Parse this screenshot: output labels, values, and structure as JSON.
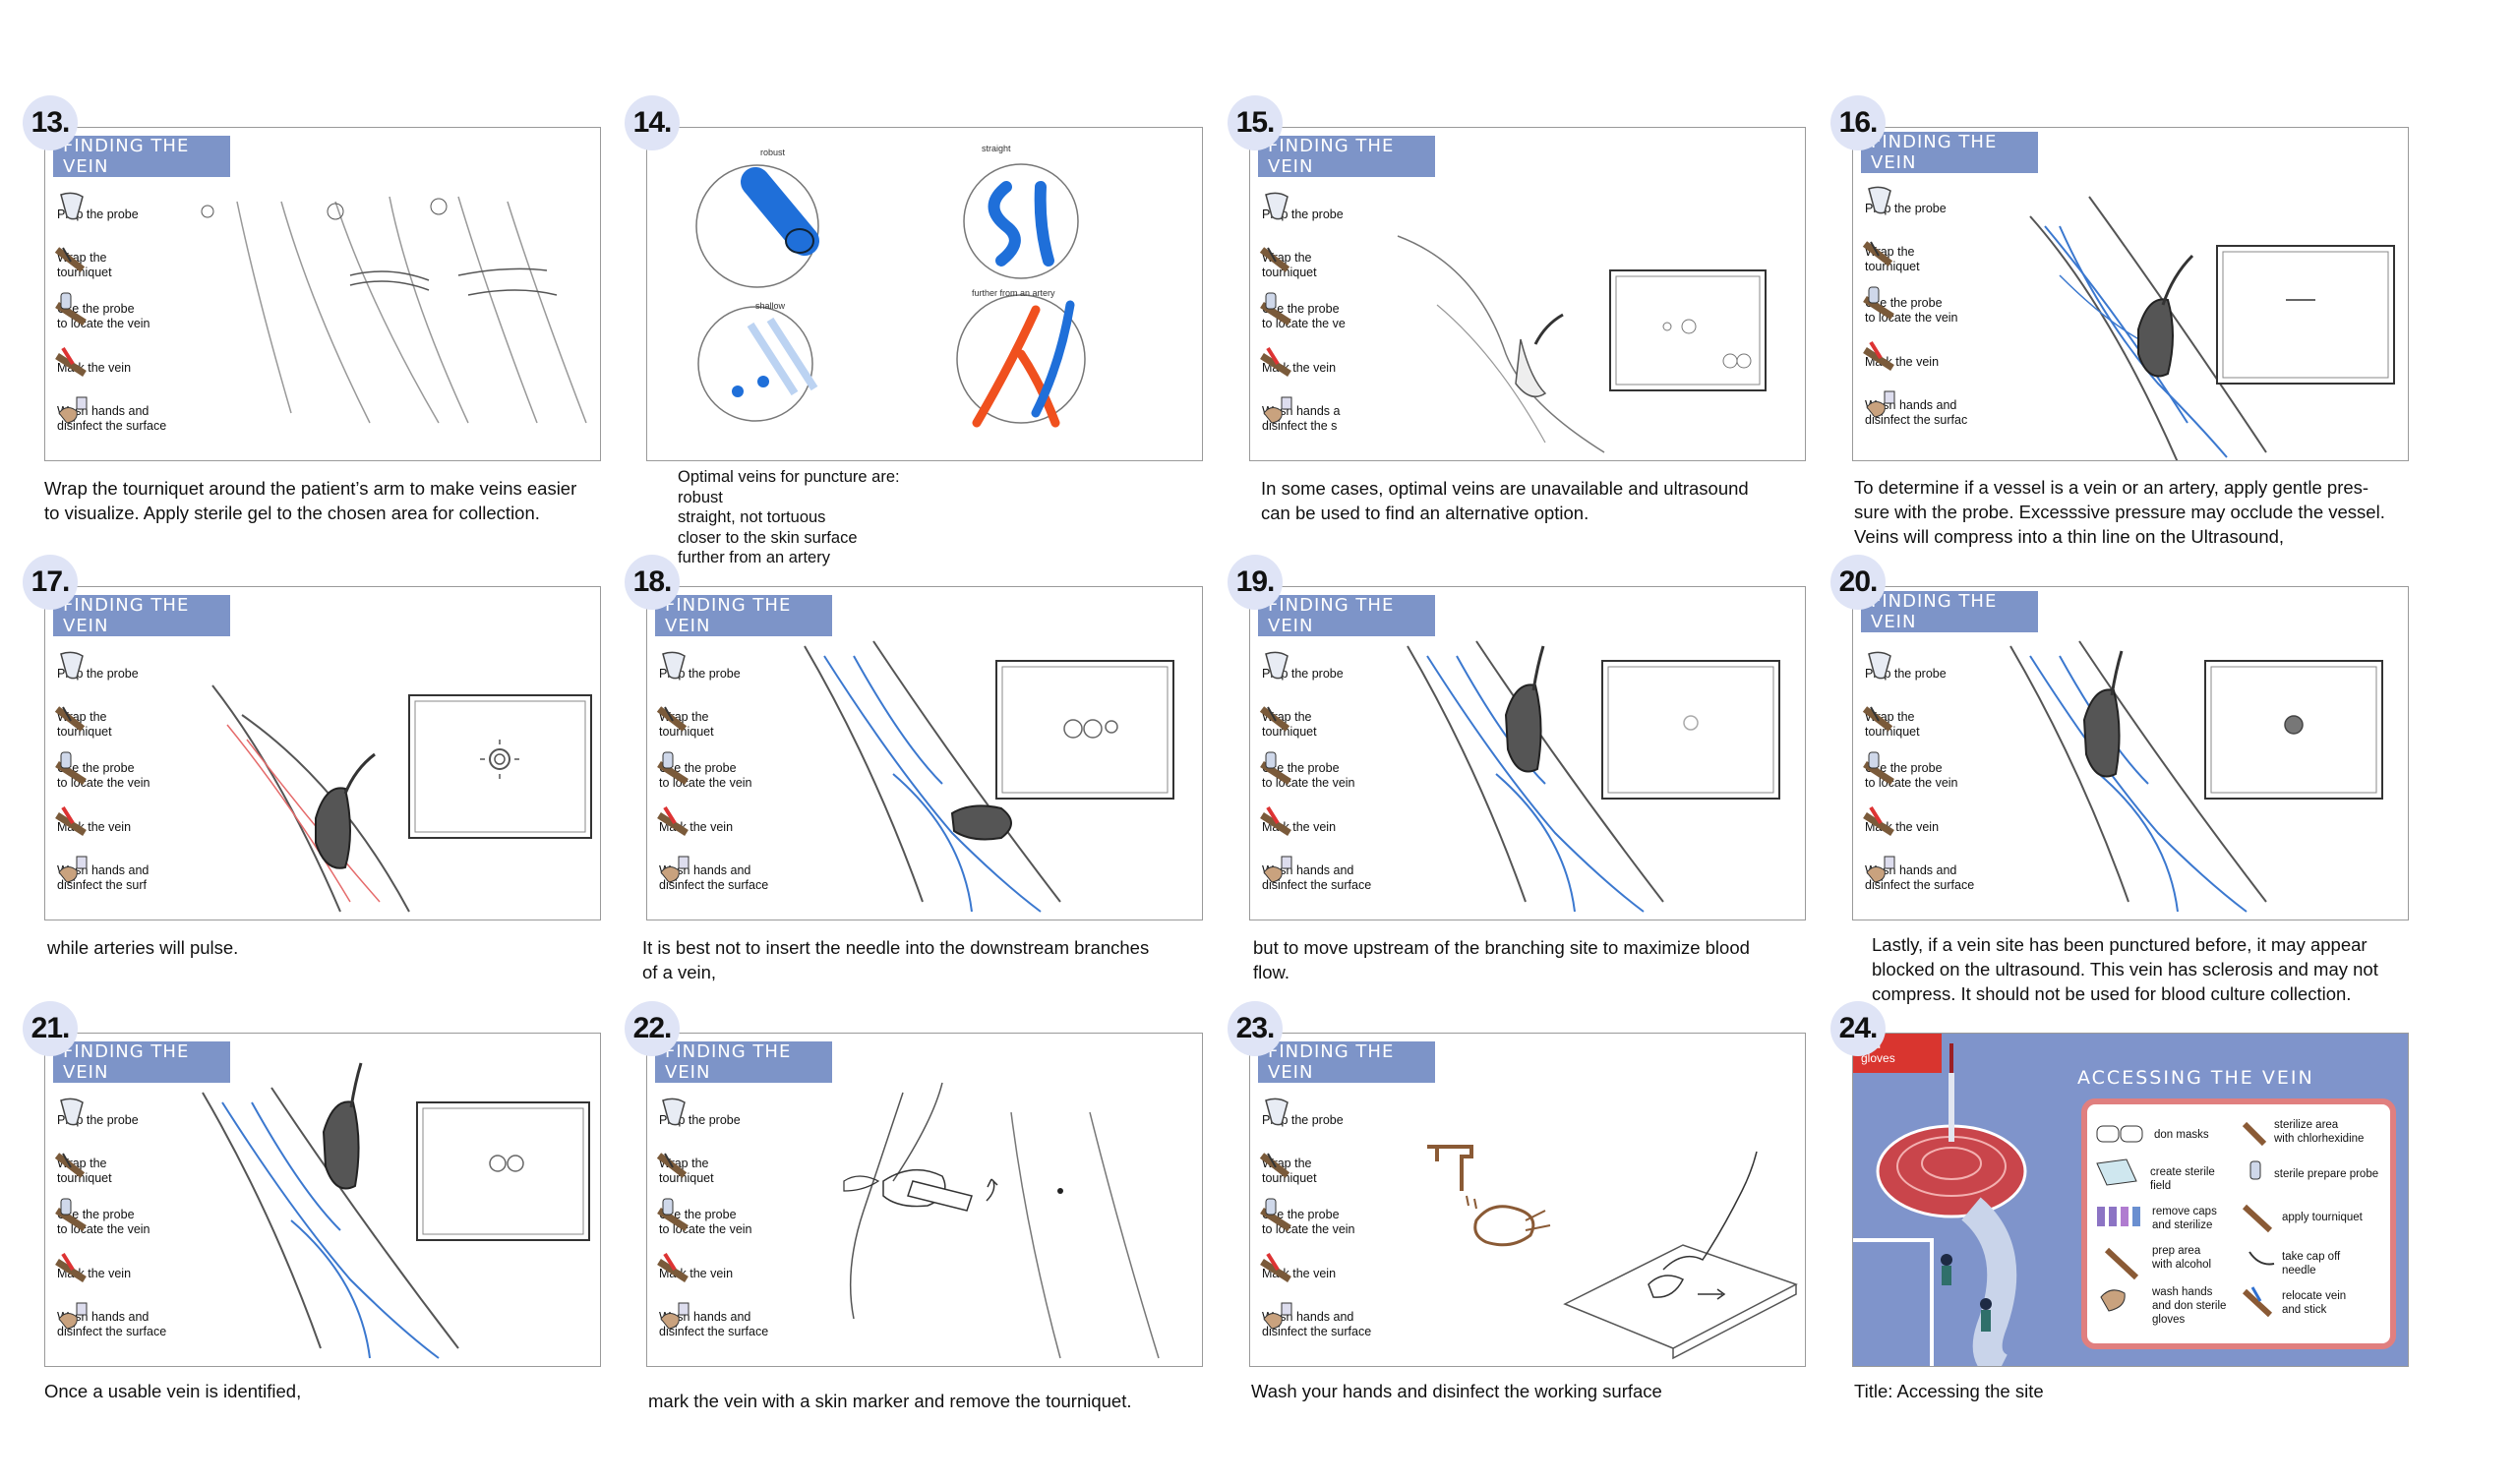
{
  "header_title": "FINDING THE VEIN",
  "steps": [
    "Prep the probe",
    "Wrap the\ntourniquet",
    "Use the probe\nto locate the vein",
    "Mark the vein",
    "Wash hands and\ndisinfect the surface"
  ],
  "steps_truncated": {
    "p15": [
      "Prep the probe",
      "Wrap the\ntourniquet",
      "Use the probe\nto locate the ve",
      "Mark the vein",
      "Wash hands a\ndisinfect the s"
    ],
    "p16": [
      "Prep the probe",
      "Wrap the\ntourniquet",
      "Use the probe\nto locate the vein",
      "Mark the vein",
      "Wash hands and\ndisinfect the surfac"
    ],
    "p17": [
      "Prep the probe",
      "Wrap the\ntourniquet",
      "Use the probe\nto locate the vein",
      "Mark the vein",
      "Wash hands and\ndisinfect the surf"
    ]
  },
  "panels": [
    {
      "num": "13.",
      "caption": "Wrap the tourniquet around the patient’s arm to make veins easier\nto visualize. Apply sterile gel to the chosen area for collection."
    },
    {
      "num": "14.",
      "caption": "Optimal veins for puncture are:\nrobust\nstraight, not tortuous\ncloser to the skin surface\nfurther from an artery"
    },
    {
      "num": "15.",
      "caption": "In some cases, optimal veins are unavailable and ultrasound\ncan be used to find an alternative option."
    },
    {
      "num": "16.",
      "caption": "To determine if a vessel is a vein or an artery, apply gentle pres-\nsure with the probe. Excesssive pressure may occlude the vessel.\nVeins will compress into a thin line on the Ultrasound,"
    },
    {
      "num": "17.",
      "caption": "while arteries will pulse."
    },
    {
      "num": "18.",
      "caption": "It is best not to insert the needle into the downstream branches\nof a vein,"
    },
    {
      "num": "19.",
      "caption": "but to move upstream of the branching site to maximize blood\nflow."
    },
    {
      "num": "20.",
      "caption": "Lastly, if a vein site has been punctured before, it may appear\nblocked on the ultrasound. This vein has sclerosis and may not\ncompress. It should not be used for blood culture collection."
    },
    {
      "num": "21.",
      "caption": "Once a usable vein is identified,"
    },
    {
      "num": "22.",
      "caption": "mark the vein with a skin marker and remove the tourniquet."
    },
    {
      "num": "23.",
      "caption": "Wash your hands and disinfect the working surface"
    },
    {
      "num": "24.",
      "caption": "Title: Accessing the site"
    }
  ],
  "panel14_labels": {
    "robust": "robust",
    "straight": "straight",
    "shallow": "shallow",
    "artery": "further from an artery"
  },
  "panel24": {
    "title": "ACCESSING THE VEIN",
    "red_note": "and\ngloves",
    "items": [
      "don masks",
      "sterilize area\nwith chlorhexidine",
      "create sterile\nfield",
      "sterile prepare probe",
      "remove caps\nand sterilize",
      "apply tourniquet",
      "prep area\nwith alcohol",
      "take cap off\nneedle",
      "wash hands\nand don sterile\ngloves",
      "relocate vein\nand stick"
    ]
  },
  "colors": {
    "header": "#7d94c8",
    "badge": "#dfe4f6",
    "vein_blue": "#1f6fd9",
    "artery_orange": "#f0501e",
    "panel24_bg": "#7f94cb",
    "card_border": "#e07f7f"
  }
}
